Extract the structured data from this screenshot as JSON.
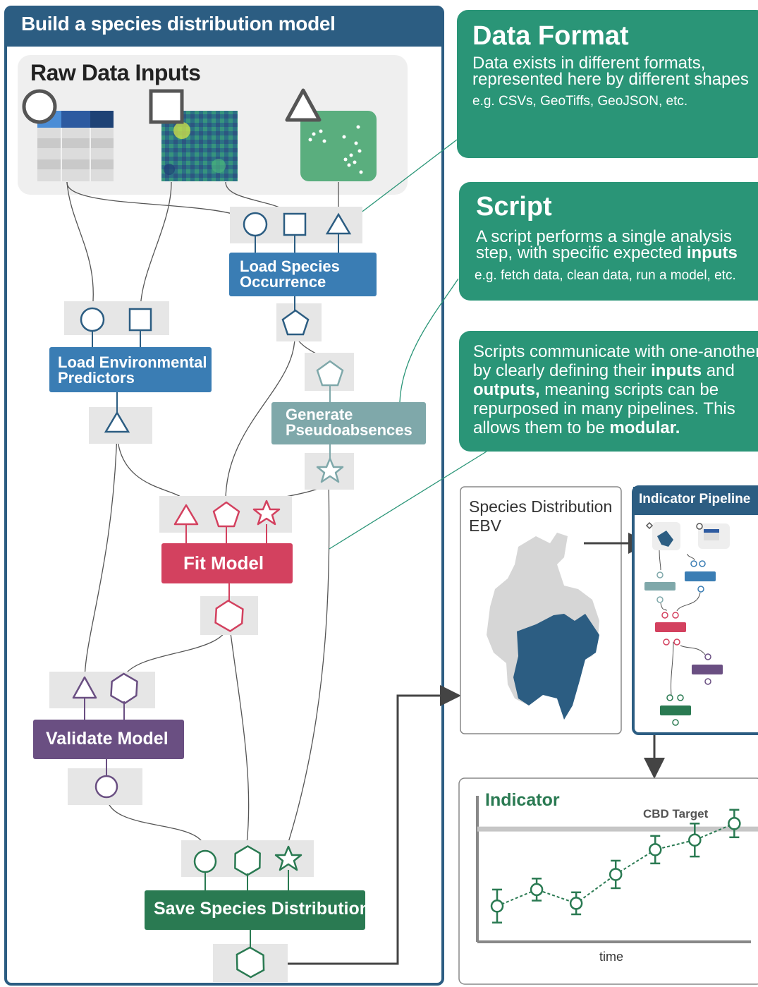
{
  "left_panel": {
    "title": "Build a species distribution model",
    "raw_data_title": "Raw Data Inputs",
    "nodes": {
      "load_species": [
        "Load Species",
        "Occurrence"
      ],
      "load_env": [
        "Load Environmental",
        "Predictors"
      ],
      "generate": [
        "Generate",
        "Pseudoabsences"
      ],
      "fit": "Fit Model",
      "validate": "Validate Model",
      "save": "Save Species Distribution"
    }
  },
  "cards": {
    "data_format": {
      "title": "Data Format",
      "body": [
        "Data exists in different formats,",
        "represented here by different shapes"
      ],
      "sub": "e.g. CSVs, GeoTiffs, GeoJSON, etc.",
      "shapes": [
        "circle",
        "triangle",
        "square",
        "star",
        "pentagon",
        "hexagon"
      ]
    },
    "script": {
      "title": "Script",
      "body_plain": [
        "A script performs a single analysis",
        "step, with specific expected "
      ],
      "body_bold": "inputs",
      "sub": "e.g. fetch data, clean data, run a model, etc."
    },
    "modular": {
      "l1": "Scripts communicate with one-another",
      "l2a": "by clearly defining their ",
      "l2b": "inputs",
      "l2c": " and",
      "l3a": "outputs,",
      "l3b": " meaning scripts can be",
      "l4": "repurposed in many pipelines. This",
      "l5a": "allows them to be ",
      "l5b": "modular."
    }
  },
  "ebv": {
    "title": "Species Distribution EBV"
  },
  "indicator_pipeline": {
    "title": "Indicator Pipeline"
  },
  "indicator_chart": {
    "title": "Indicator",
    "target_label": "CBD Target",
    "x_label": "time"
  },
  "colors": {
    "navy": "#2c5d82",
    "blue": "#3a7db4",
    "teal": "#2a9577",
    "slate": "#7fa8aa",
    "red": "#d3415f",
    "purple": "#6a4f82",
    "green": "#2a7a52"
  },
  "chart_data": {
    "type": "line",
    "title": "Indicator",
    "xlabel": "time",
    "ylabel": "",
    "x": [
      1,
      2,
      3,
      4,
      5,
      6,
      7
    ],
    "series": [
      {
        "values": [
          0.26,
          0.38,
          0.28,
          0.49,
          0.67,
          0.74,
          0.86
        ],
        "err": [
          0.12,
          0.08,
          0.08,
          0.1,
          0.1,
          0.12,
          0.1
        ]
      }
    ],
    "reference_line": {
      "label": "CBD Target",
      "value": 0.82
    },
    "ylim": [
      0,
      1
    ],
    "xlim": [
      0.5,
      7.6
    ]
  }
}
